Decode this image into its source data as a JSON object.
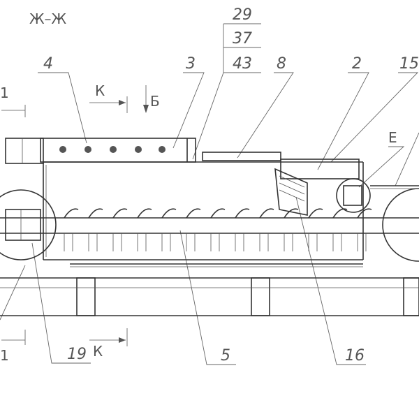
{
  "section_title": "Ж–Ж",
  "callouts": {
    "c29": "29",
    "c37": "37",
    "c43": "43",
    "c4": "4",
    "c3": "3",
    "c8": "8",
    "c2": "2",
    "c15": "15",
    "c5": "5",
    "c16": "16",
    "c19": "19"
  },
  "views": {
    "k_top": "К",
    "b": "Б",
    "e": "Е",
    "k_bottom": "К",
    "m_top": "1",
    "m_bottom": "1"
  }
}
